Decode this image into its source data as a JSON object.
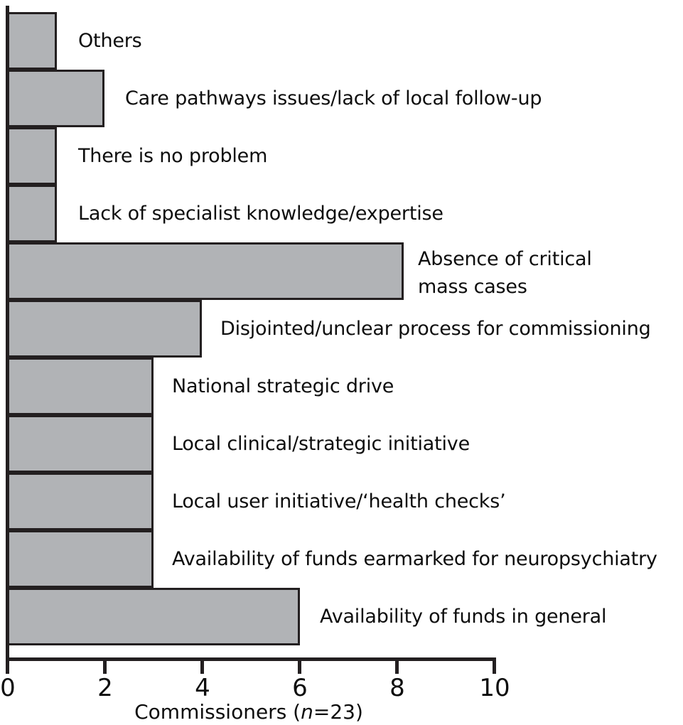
{
  "chart_data": {
    "type": "bar",
    "orientation": "horizontal",
    "title": "",
    "xlabel": "Commissioners (n=23)",
    "xlabel_parts": {
      "prefix": "Commissioners (",
      "italic": "n",
      "suffix": "=23)"
    },
    "ylabel": "",
    "xlim": [
      0,
      10
    ],
    "xticks": [
      0,
      2,
      4,
      6,
      8,
      10
    ],
    "xtick_labels": [
      "0",
      "2",
      "4",
      "6",
      "8",
      "10"
    ],
    "grid": false,
    "legend": null,
    "bar_fill_color": "#b1b3b6",
    "bar_edge_color": "#231f20",
    "axis_color": "#231f20",
    "categories": [
      "Others",
      "Care pathways issues/lack of local follow-up",
      "There is no problem",
      "Lack of specialist knowledge/expertise",
      "Absence of critical mass cases",
      "Disjointed/unclear process for commissioning",
      "National strategic drive",
      "Local clinical/strategic initiative",
      "Local user initiative/‘health checks’",
      "Availability of funds earmarked for neuropsychiatry",
      "Availability of funds in general"
    ],
    "values": [
      1,
      2,
      1,
      1,
      8,
      4,
      3,
      3,
      3,
      3,
      6
    ],
    "label_lines": [
      [
        "Others"
      ],
      [
        "Care pathways issues/lack of local follow-up"
      ],
      [
        "There is no problem"
      ],
      [
        "Lack of specialist knowledge/expertise"
      ],
      [
        "Absence of critical",
        "mass cases"
      ],
      [
        "Disjointed/unclear process for commissioning"
      ],
      [
        "National strategic drive"
      ],
      [
        "Local clinical/strategic initiative"
      ],
      [
        "Local user initiative/‘health checks’"
      ],
      [
        "Availability of funds earmarked for neuropsychiatry"
      ],
      [
        "Availability of funds in general"
      ]
    ]
  }
}
